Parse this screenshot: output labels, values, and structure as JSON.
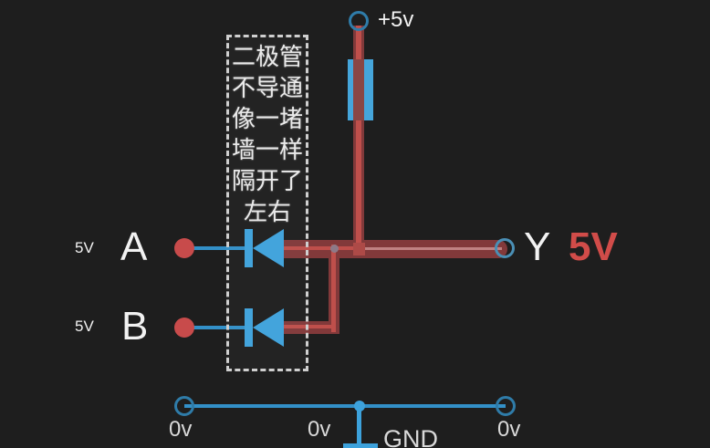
{
  "scene": {
    "description": "diode AND-gate schematic, both inputs high",
    "background": "#1e1e1e"
  },
  "colors": {
    "component_blue": "#3fa2dc",
    "wire_blue": "#3390c8",
    "terminal_outline": "#2f7ca9",
    "wire_red_band": "#82393a",
    "wire_red_core": "#bf4f4b",
    "input_dot_red": "#c84b4b",
    "voltage_red_text": "#d14c49"
  },
  "power_rail": {
    "label": "+5v"
  },
  "annotation_box": {
    "lines": [
      "二极管",
      "不导通",
      "像一堵",
      "墙一样",
      "隔开了",
      "左右"
    ]
  },
  "inputs": {
    "a": {
      "label": "A",
      "voltage": "5V"
    },
    "b": {
      "label": "B",
      "voltage": "5V"
    }
  },
  "output": {
    "label": "Y",
    "voltage": "5V"
  },
  "ground_rail": {
    "label": "GND",
    "node_voltages": [
      "0v",
      "0v",
      "0v"
    ]
  }
}
